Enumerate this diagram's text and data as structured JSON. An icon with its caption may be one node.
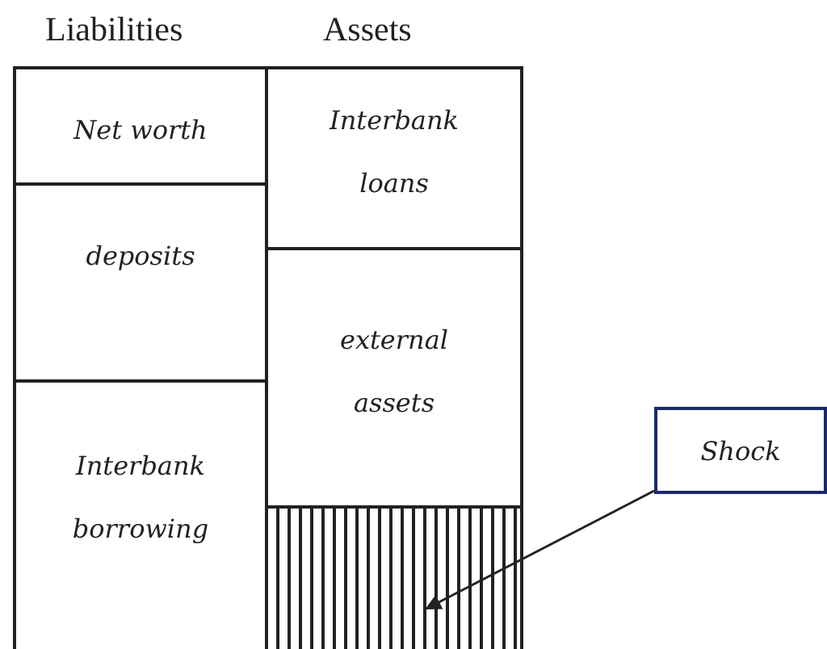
{
  "diagram": {
    "nodes": [
      {
        "text": [
          "Net worth"
        ]
      },
      {
        "text": [
          "deposits"
        ]
      },
      {
        "text": [
          "Interbank borrowing"
        ]
      },
      {
        "text": [
          "Interbank loans"
        ]
      },
      {
        "text": [
          "external assets"
        ]
      },
      {
        "text": [],
        "shape": "box"
      },
      {
        "text": [
          "Shock"
        ]
      }
    ],
    "edges": [
      {
        "from": 6,
        "to": 5,
        "arrow": "to"
      }
    ],
    "labels": [
      "Liabilities",
      "Assets"
    ]
  }
}
